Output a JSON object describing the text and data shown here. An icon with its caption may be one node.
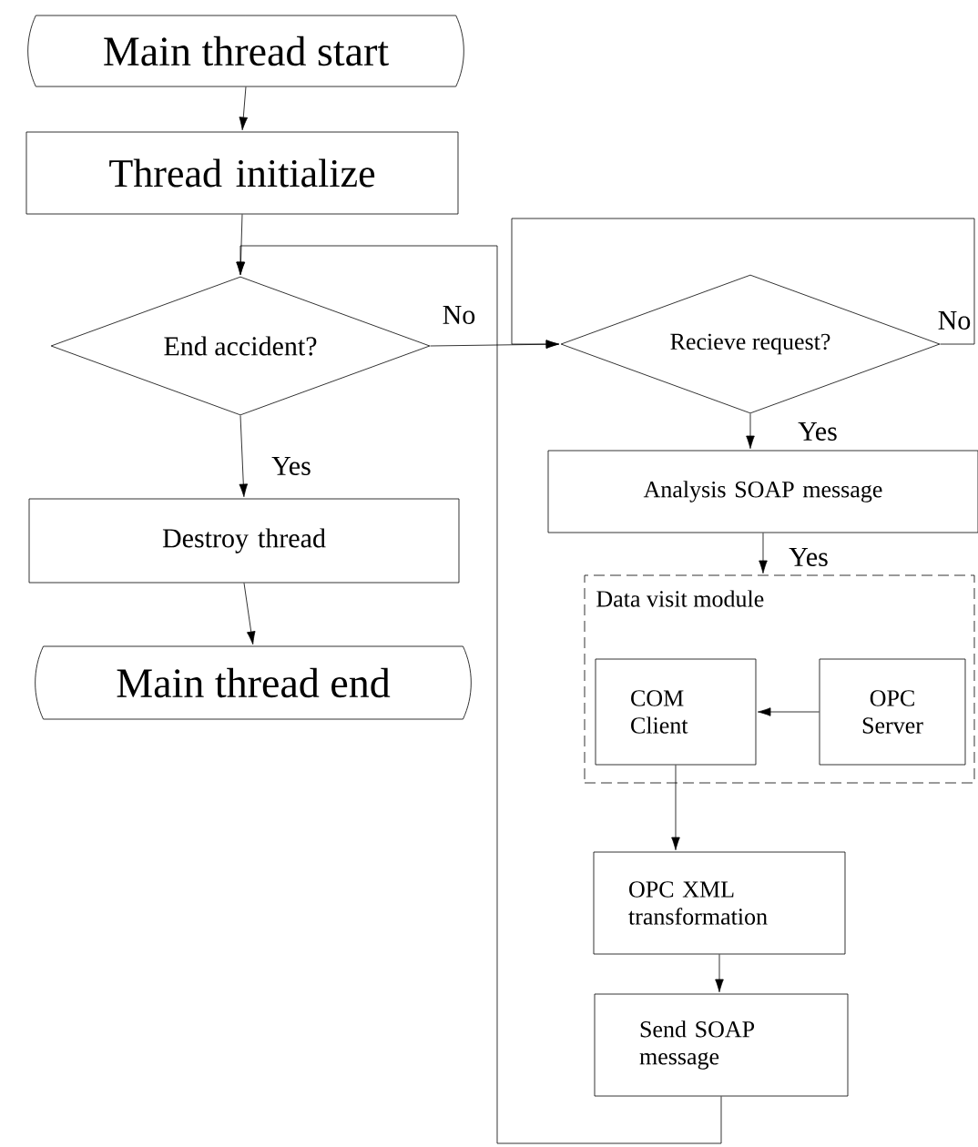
{
  "diagram": {
    "nodes": [
      {
        "text": [
          "Main thread start"
        ]
      },
      {
        "text": [
          "Thread initialize"
        ]
      },
      {
        "text": [
          "End accident?"
        ]
      },
      {
        "text": [
          "Destroy thread"
        ]
      },
      {
        "text": [
          "Main thread end"
        ]
      },
      {
        "text": [
          "Recieve request?"
        ]
      },
      {
        "text": [
          "Analysis SOAP message"
        ]
      },
      {
        "text": [
          "Data visit module"
        ]
      },
      {
        "text": [
          "COM Client"
        ],
        "in": 7
      },
      {
        "text": [
          "OPC Server"
        ],
        "in": 7
      },
      {
        "text": [
          "OPC XML transformation"
        ]
      },
      {
        "text": [
          "Send SOAP message"
        ]
      }
    ],
    "edges": [
      {
        "from": 0,
        "to": 1,
        "arrow": "to"
      },
      {
        "from": 1,
        "to": 2,
        "arrow": "to"
      },
      {
        "from": 2,
        "to": 3,
        "arrow": "to",
        "label": "Yes"
      },
      {
        "from": 3,
        "to": 4,
        "arrow": "to"
      },
      {
        "from": 2,
        "to": 5,
        "arrow": "to",
        "label": "No"
      },
      {
        "from": 5,
        "to": 6,
        "arrow": "to",
        "label": "Yes"
      },
      {
        "from": 6,
        "to": 7,
        "arrow": "to",
        "label": "Yes"
      },
      {
        "from": 9,
        "to": 8,
        "arrow": "to"
      },
      {
        "from": 8,
        "to": 10,
        "arrow": "to"
      },
      {
        "from": 10,
        "to": 11,
        "arrow": "to"
      },
      {
        "from": 11,
        "to": 2,
        "arrow": "to"
      },
      {
        "from": 5,
        "to": 5,
        "arrow": "to",
        "label": "No"
      }
    ]
  }
}
